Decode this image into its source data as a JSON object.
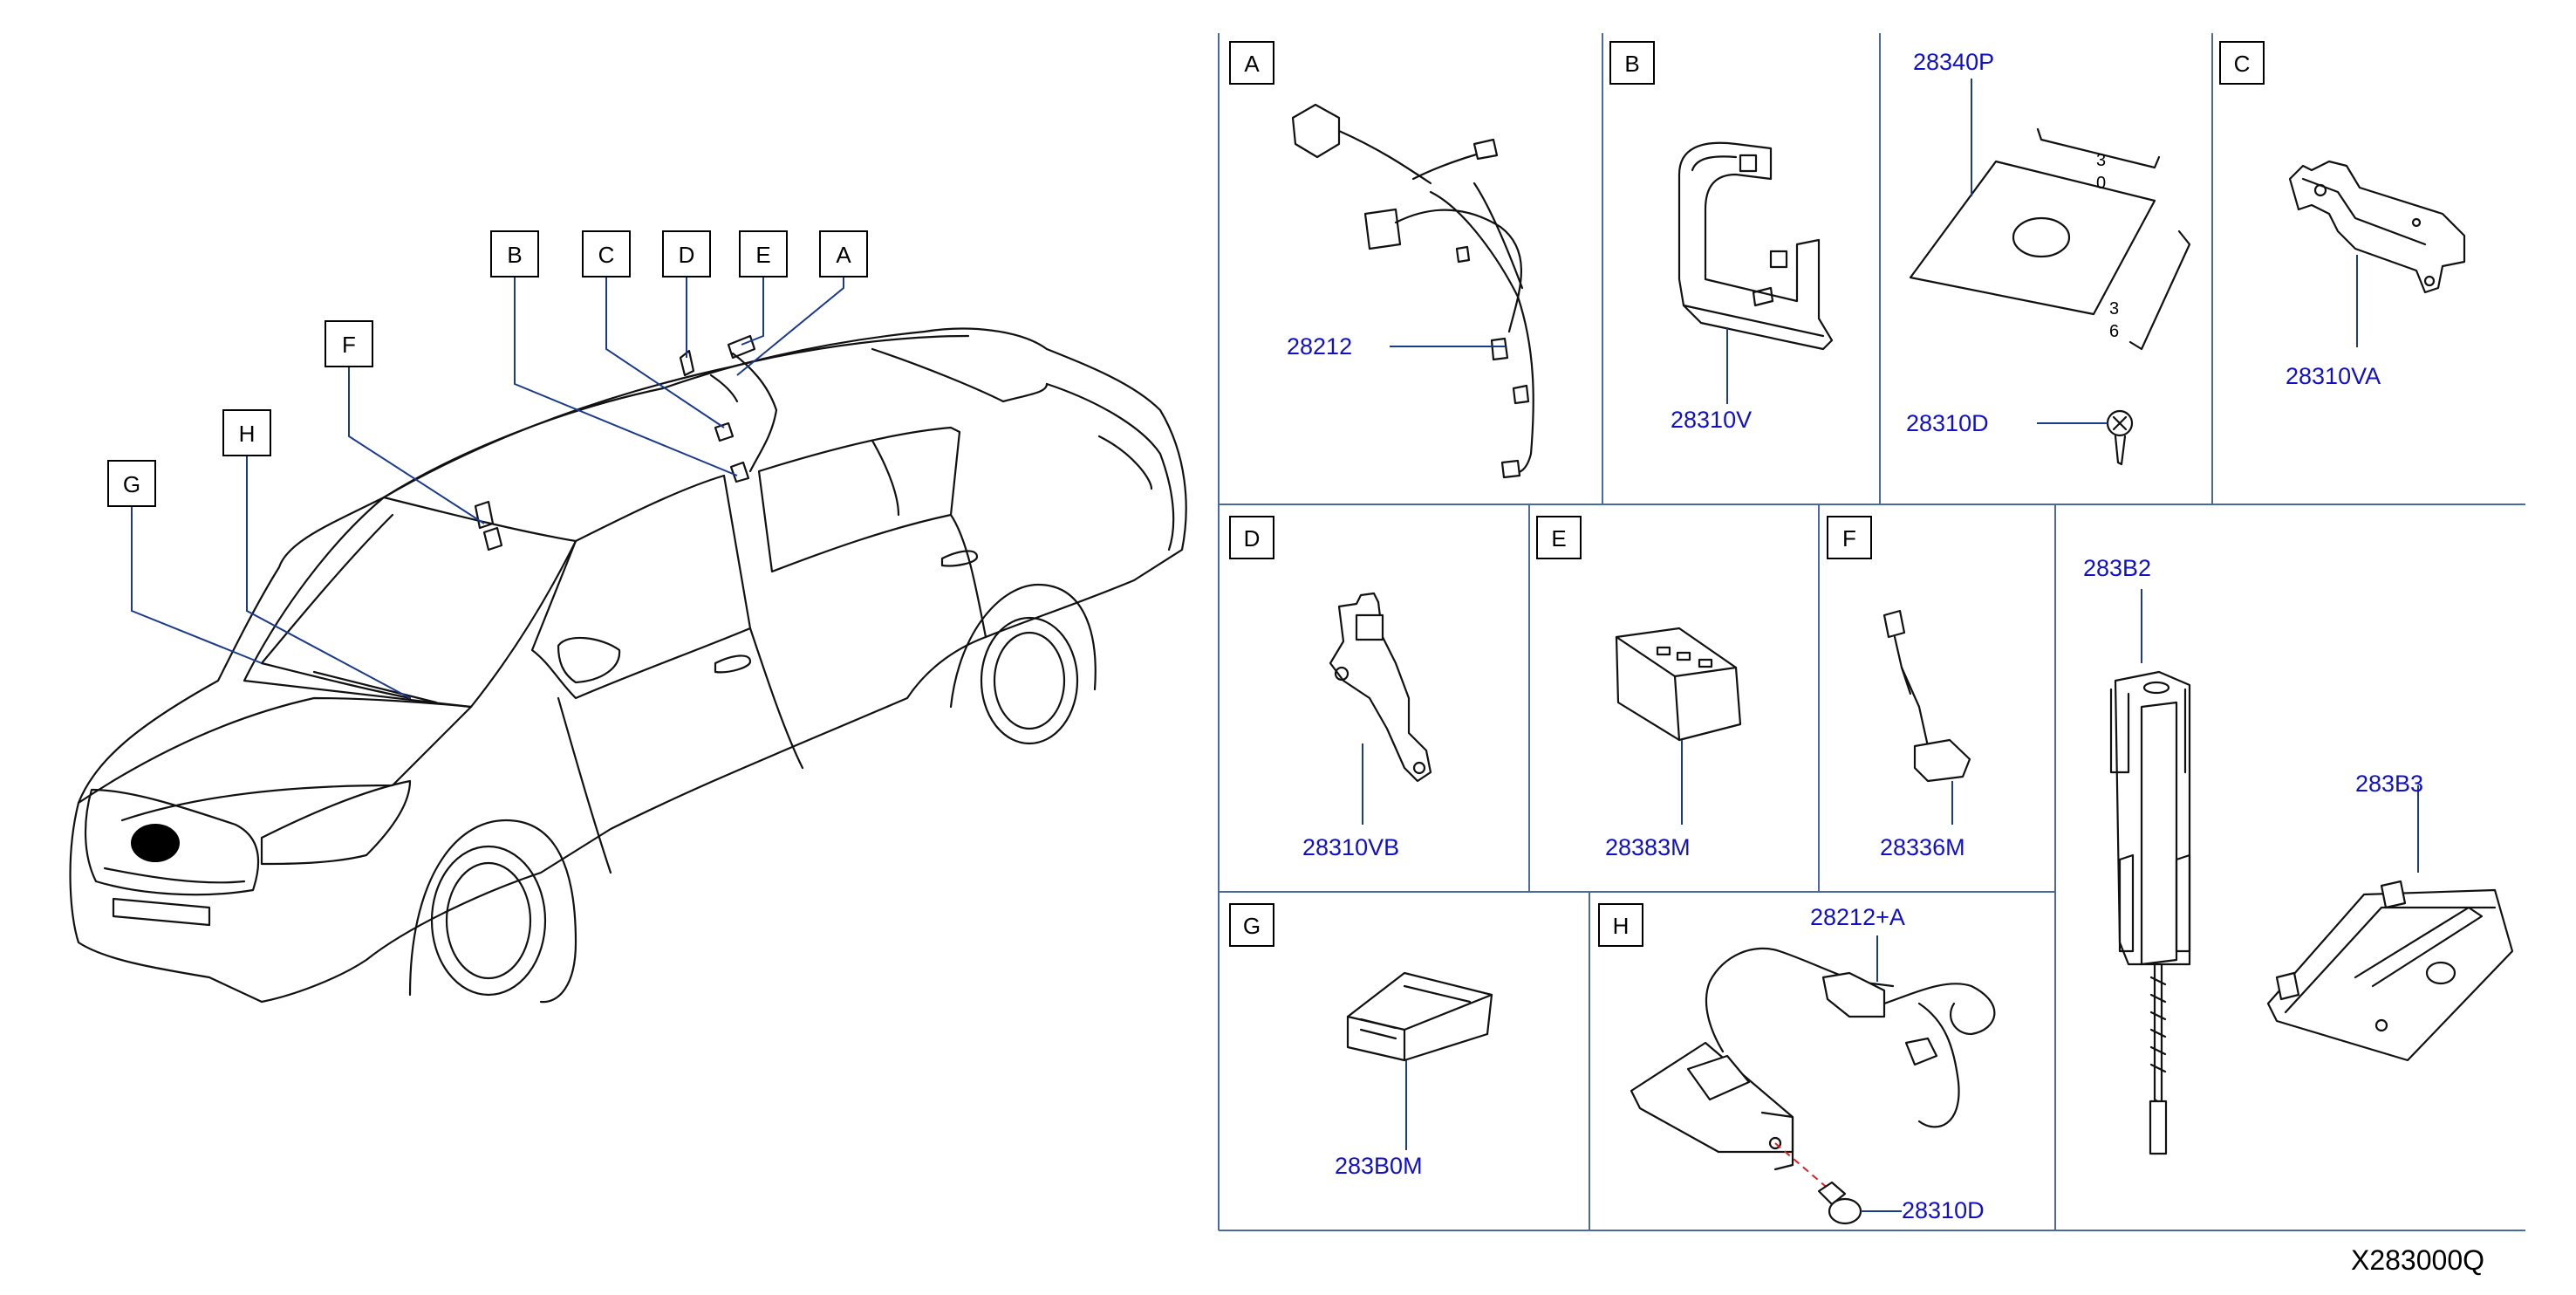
{
  "diagram_ref": "X283000Q",
  "car_callouts": [
    "A",
    "B",
    "C",
    "D",
    "E",
    "F",
    "G",
    "H"
  ],
  "panels": {
    "A": {
      "letter": "A",
      "parts": [
        "28212"
      ]
    },
    "B": {
      "letter": "B",
      "parts": [
        "28310V"
      ]
    },
    "B2": {
      "letter": "",
      "parts": [
        "28340P",
        "28310D"
      ],
      "dims": [
        "3",
        "0",
        "3",
        "6"
      ]
    },
    "C": {
      "letter": "C",
      "parts": [
        "28310VA"
      ]
    },
    "D": {
      "letter": "D",
      "parts": [
        "28310VB"
      ]
    },
    "E": {
      "letter": "E",
      "parts": [
        "28383M"
      ]
    },
    "F": {
      "letter": "F",
      "parts": [
        "28336M"
      ]
    },
    "R": {
      "letter": "",
      "parts": [
        "283B2",
        "283B3"
      ]
    },
    "G": {
      "letter": "G",
      "parts": [
        "283B0M"
      ]
    },
    "H": {
      "letter": "H",
      "parts": [
        "28212+A",
        "28310D"
      ]
    }
  },
  "colors": {
    "part_number": "#1010c8",
    "leader": "#1a3a8c",
    "grid": "#4a6a9a"
  }
}
